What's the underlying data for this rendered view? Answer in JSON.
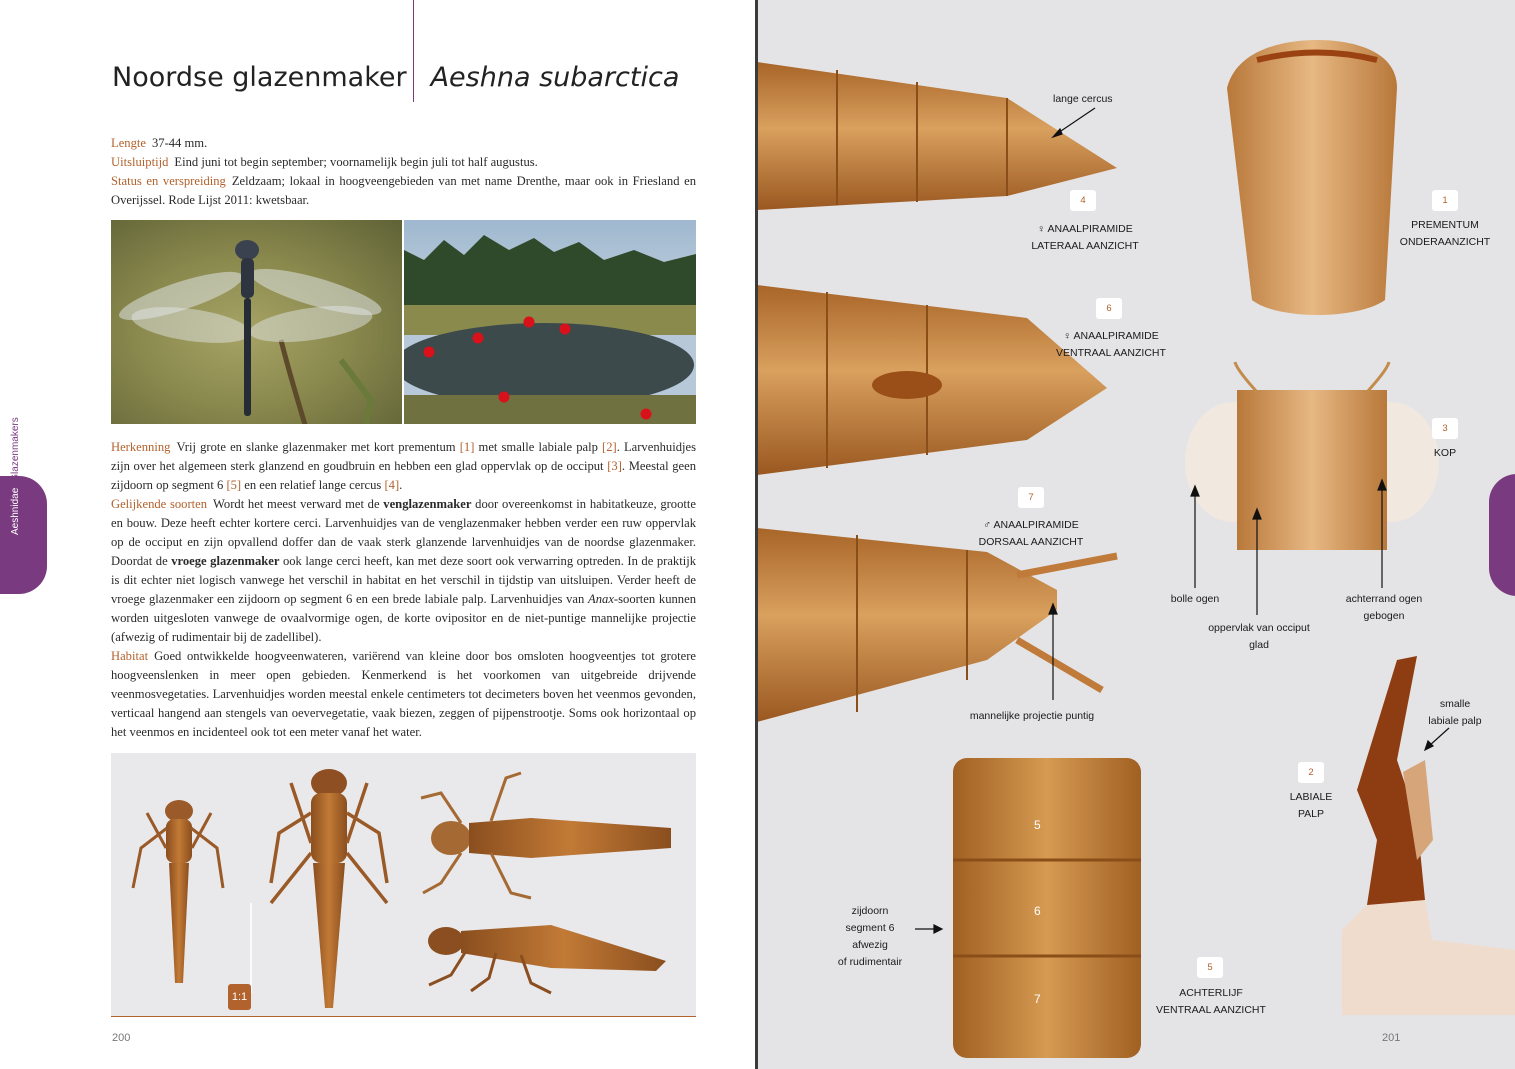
{
  "header": {
    "common_name": "Noordse glazenmaker",
    "scientific_name": "Aeshna subarctica"
  },
  "meta": {
    "length_label": "Lengte",
    "length_value": "37-44 mm.",
    "emergence_label": "Uitsluiptijd",
    "emergence_value": "Eind juni tot begin september; voornamelijk begin juli tot half augustus.",
    "status_label": "Status en verspreiding",
    "status_value": "Zeldzaam; lokaal in hoogveengebieden van met name Drenthe, maar ook in Friesland en Overijssel. Rode Lijst 2011: kwetsbaar."
  },
  "recognition": {
    "label": "Herkenning",
    "t1": "Vrij grote en slanke glazenmaker met kort prementum ",
    "r1": "[1]",
    "t2": " met smalle labiale palp ",
    "r2": "[2]",
    "t3": ". Larvenhuidjes zijn over het algemeen sterk glanzend en goudbruin en hebben een glad oppervlak op de occiput ",
    "r3": "[3]",
    "t4": ". Meestal geen zijdoorn op segment 6 ",
    "r5": "[5]",
    "t5": " en een relatief lange cercus ",
    "r4": "[4]",
    "t6": "."
  },
  "similar": {
    "label": "Gelijkende soorten",
    "t1": "Wordt het meest verward met de ",
    "b1": "venglazenmaker",
    "t2": " door overeenkomst in habitatkeuze, grootte en bouw. Deze heeft echter kortere cerci. Larvenhuidjes van de venglazenmaker hebben verder een ruw oppervlak op de occiput en zijn opvallend doffer dan de vaak sterk glanzende larvenhuidjes van de noordse glazenmaker. Doordat de ",
    "b2": "vroege glazenmaker",
    "t3": " ook lange cerci heeft, kan met deze soort ook verwarring optreden. In de praktijk is dit echter niet logisch vanwege het verschil in habitat en het verschil in tijdstip van uitsluipen. Verder heeft de vroege glazenmaker een zijdoorn op segment 6 en een brede labiale palp. Larvenhuidjes van ",
    "i1": "Anax",
    "t4": "-soorten kunnen worden uitgesloten vanwege de ovaalvormige ogen, de korte ovipositor en de niet-puntige mannelijke projectie (afwezig of rudimentair bij de zadellibel)."
  },
  "habitat": {
    "label": "Habitat",
    "text": "Goed ontwikkelde hoogveenwateren, variërend van kleine door bos omsloten hoogveentjes tot grotere hoogveenslenken in meer open gebieden. Kenmerkend is het voorkomen van uitgebreide drijvende veenmosvegetaties. Larvenhuidjes worden meestal enkele centimeters tot decimeters boven het veenmos gevonden, verticaal hangend aan stengels van oevervegetatie, vaak biezen, zeggen of pijpenstrootje. Soms ook horizontaal op het veenmos en incidenteel ook tot een meter vanaf het water."
  },
  "side_tab": {
    "family": "Aeshnidae",
    "group": "Glazenmakers"
  },
  "scale": "1:1",
  "page_numbers": {
    "left": "200",
    "right": "201"
  },
  "figures": {
    "f4": {
      "num": "4",
      "callout": "lange cercus",
      "line1": "♀ ANAALPIRAMIDE",
      "line2": "LATERAAL AANZICHT"
    },
    "f1": {
      "num": "1",
      "line1": "PREMENTUM",
      "line2": "ONDERAANZICHT"
    },
    "f6": {
      "num": "6",
      "line1": "♀ ANAALPIRAMIDE",
      "line2": "VENTRAAL AANZICHT"
    },
    "f3": {
      "num": "3",
      "line1": "KOP",
      "eyes": "bolle ogen",
      "occiput1": "oppervlak van occiput",
      "occiput2": "glad",
      "rear1": "achterrand ogen",
      "rear2": "gebogen"
    },
    "f7": {
      "num": "7",
      "line1": "♂ ANAALPIRAMIDE",
      "line2": "DORSAAL AANZICHT",
      "callout": "mannelijke projectie puntig"
    },
    "f2": {
      "num": "2",
      "line1": "LABIALE",
      "line2": "PALP",
      "callout1": "smalle",
      "callout2": "labiale palp"
    },
    "f5": {
      "num": "5",
      "line1": "ACHTERLIJF",
      "line2": "VENTRAAL AANZICHT",
      "spine1": "zijdoorn",
      "spine2": "segment 6",
      "spine3": "afwezig",
      "spine4": "of rudimentair",
      "segments": [
        "5",
        "6",
        "7"
      ]
    }
  }
}
